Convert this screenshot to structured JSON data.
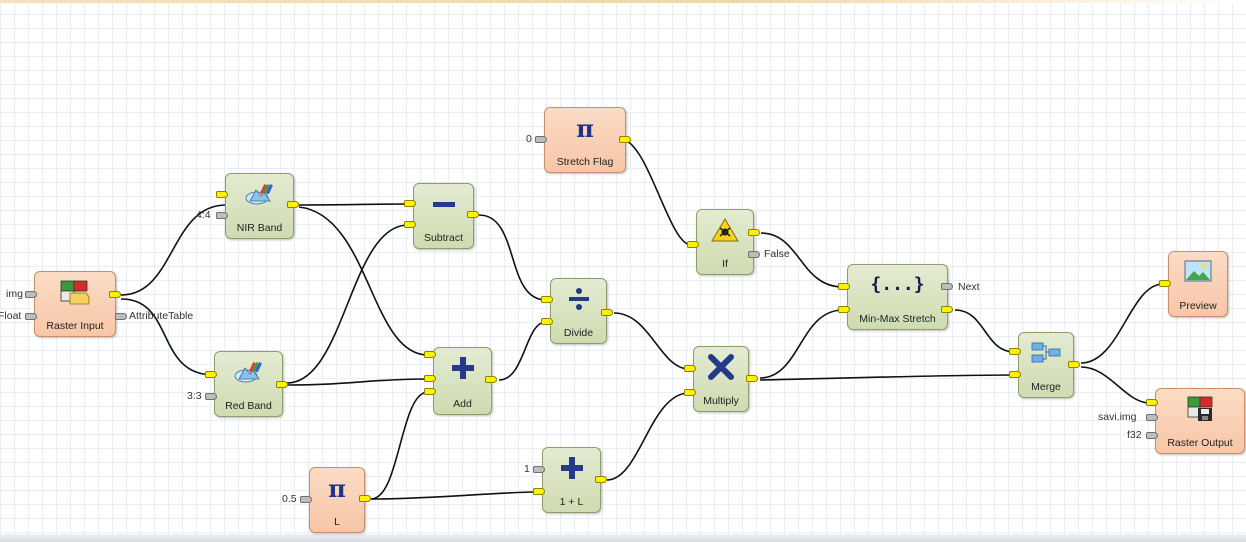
{
  "nodes": {
    "raster_input": {
      "label": "Raster Input",
      "in1": "img",
      "in2": "Float",
      "out2": "AttributeTable"
    },
    "nir_band": {
      "label": "NIR Band",
      "in1": "4:4"
    },
    "red_band": {
      "label": "Red Band",
      "in1": "3:3"
    },
    "subtract": {
      "label": "Subtract"
    },
    "add": {
      "label": "Add"
    },
    "stretch_flag": {
      "label": "Stretch Flag",
      "in1": "0"
    },
    "divide": {
      "label": "Divide"
    },
    "if_node": {
      "label": "If",
      "out2": "False"
    },
    "multiply": {
      "label": "Multiply"
    },
    "l_node": {
      "label": "L",
      "in1": "0.5"
    },
    "one_plus_l": {
      "label": "1 + L",
      "in1": "1"
    },
    "minmax": {
      "label": "Min-Max Stretch",
      "out2": "Next"
    },
    "merge": {
      "label": "Merge"
    },
    "preview": {
      "label": "Preview"
    },
    "raster_output": {
      "label": "Raster Output",
      "in1": "savi.img",
      "in2": "f32"
    }
  },
  "colors": {
    "wire": "#111111",
    "pi": "#22318c"
  }
}
